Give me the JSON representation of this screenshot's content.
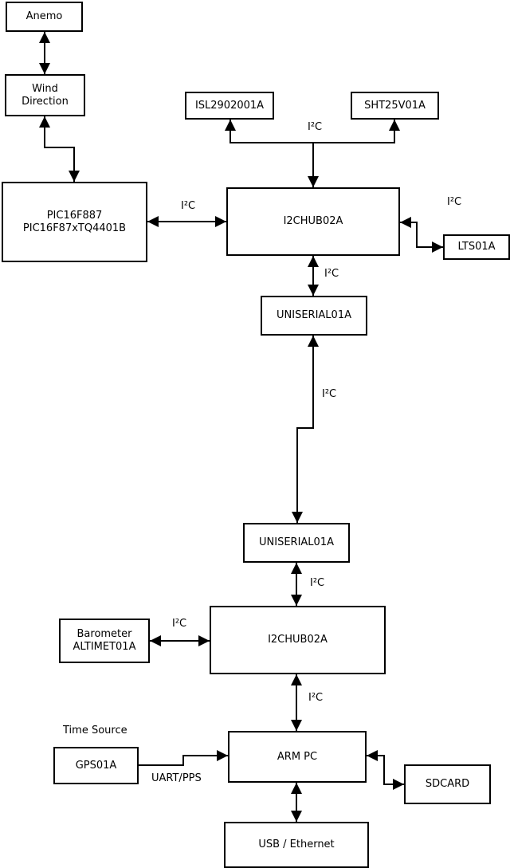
{
  "colors": {
    "background": "#ffffff",
    "line": "#000000",
    "text": "#000000"
  },
  "boxes": {
    "anemo": {
      "label": "Anemo"
    },
    "wind_direction": {
      "line1": "Wind",
      "line2": "Direction"
    },
    "pic": {
      "line1": "PIC16F887",
      "line2": "PIC16F87xTQ4401B"
    },
    "isl": {
      "label": "ISL2902001A"
    },
    "sht": {
      "label": "SHT25V01A"
    },
    "hub_top": {
      "label": "I2CHUB02A"
    },
    "lts": {
      "label": "LTS01A"
    },
    "uniserial_top": {
      "label": "UNISERIAL01A"
    },
    "uniserial_bottom": {
      "label": "UNISERIAL01A"
    },
    "barometer": {
      "line1": "Barometer",
      "line2": "ALTIMET01A"
    },
    "hub_bottom": {
      "label": "I2CHUB02A"
    },
    "gps": {
      "label": "GPS01A"
    },
    "arm_pc": {
      "label": "ARM PC"
    },
    "sdcard": {
      "label": "SDCARD"
    },
    "usb_ethernet": {
      "label": "USB / Ethernet"
    }
  },
  "labels": {
    "i2c": "I²C",
    "time_source": "Time Source",
    "uart_pps": "UART/PPS"
  }
}
